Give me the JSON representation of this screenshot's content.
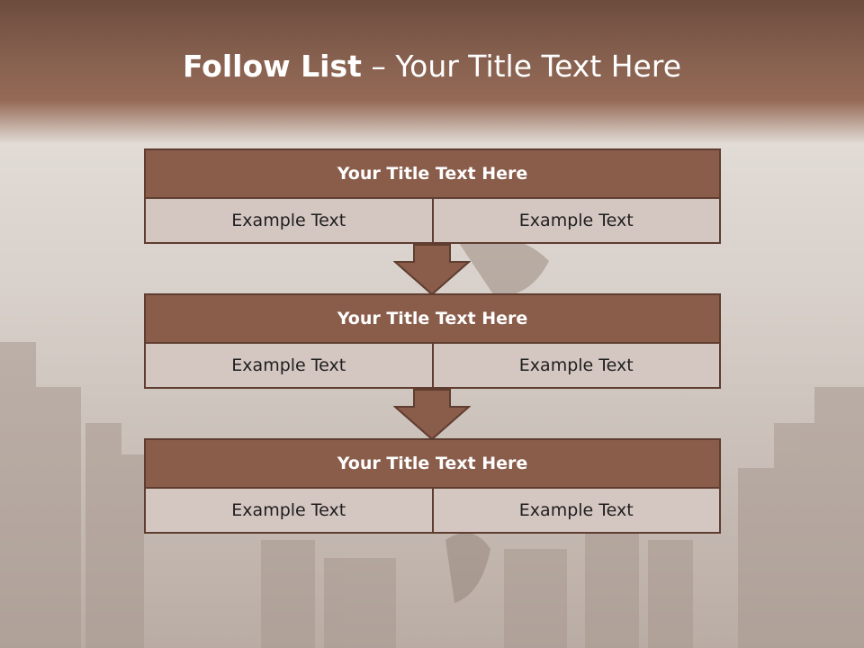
{
  "slide": {
    "title_bold": "Follow List",
    "title_rest": "– Your Title Text Here"
  },
  "blocks": [
    {
      "title": "Your Title Text Here",
      "left": "Example Text",
      "right": "Example Text"
    },
    {
      "title": "Your Title Text Here",
      "left": "Example Text",
      "right": "Example Text"
    },
    {
      "title": "Your Title Text Here",
      "left": "Example Text",
      "right": "Example Text"
    }
  ],
  "colors": {
    "accent": "#8a5c4a",
    "border": "#5f3d30",
    "cell": "#d4c6c1",
    "header": "#86604f"
  }
}
